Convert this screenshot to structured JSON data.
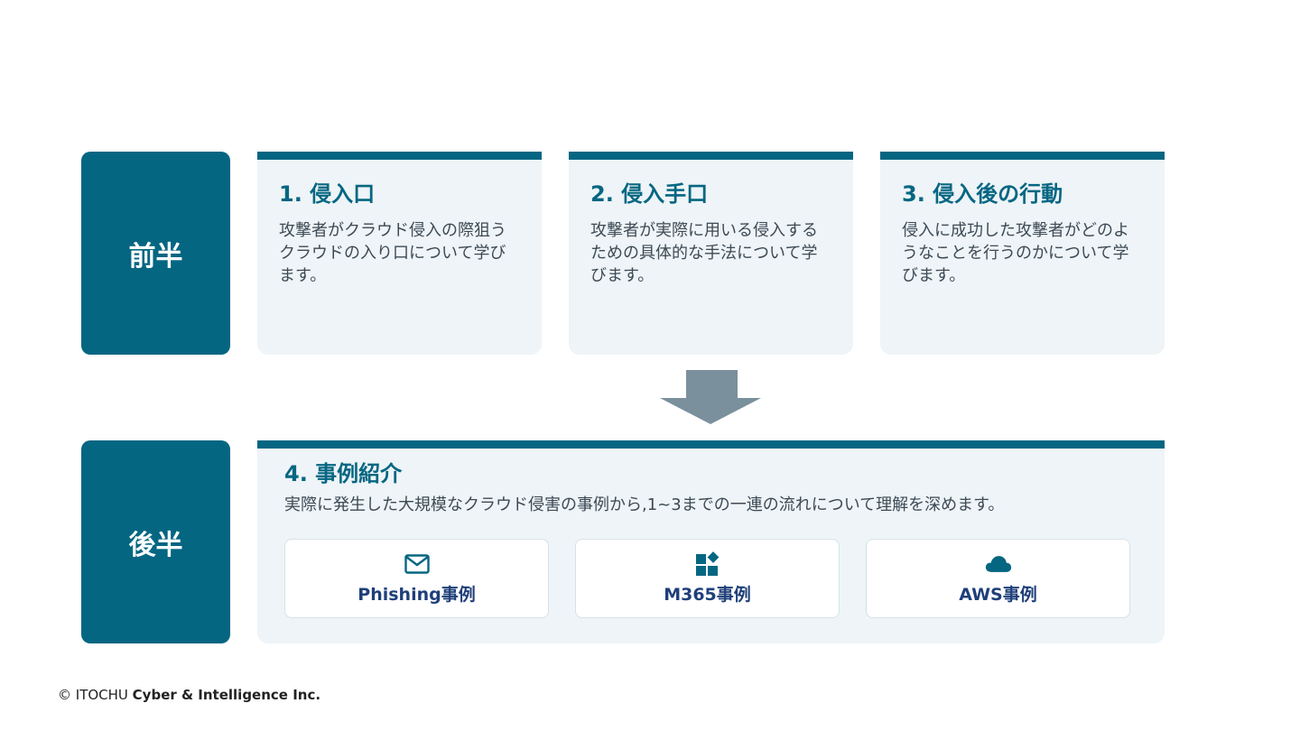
{
  "phases": {
    "first": "前半",
    "second": "後半"
  },
  "cards": [
    {
      "title": "1. 侵入口",
      "description": "攻撃者がクラウド侵入の際狙うクラウドの入り口について学びます。"
    },
    {
      "title": "2. 侵入手口",
      "description": "攻撃者が実際に用いる侵入するための具体的な手法について学びます。"
    },
    {
      "title": "3. 侵入後の行動",
      "description": "侵入に成功した攻撃者がどのようなことを行うのかについて学びます。"
    }
  ],
  "case_section": {
    "title": "4. 事例紹介",
    "description": "実際に発生した大規模なクラウド侵害の事例から,1~3までの一連の流れについて理解を深めます。",
    "items": [
      {
        "label": "Phishing事例",
        "icon": "mail-icon"
      },
      {
        "label": "M365事例",
        "icon": "apps-icon"
      },
      {
        "label": "AWS事例",
        "icon": "cloud-icon"
      }
    ]
  },
  "footer": {
    "prefix": "© ITOCHU ",
    "company": "Cyber & Intelligence Inc."
  },
  "colors": {
    "primary": "#056682",
    "card_background": "#eef4f7",
    "arrow": "#7a909c",
    "case_label": "#1f3f7a"
  }
}
